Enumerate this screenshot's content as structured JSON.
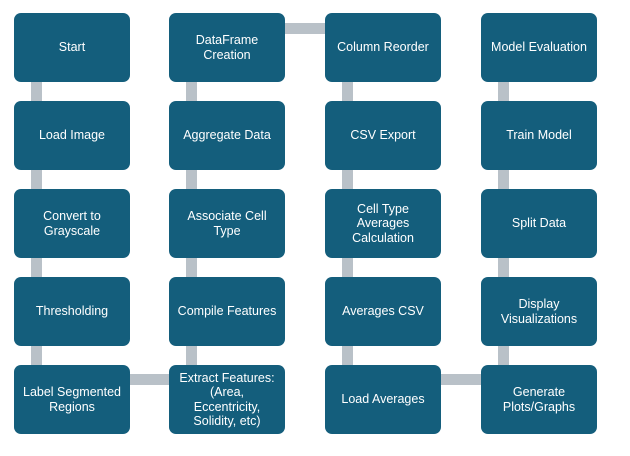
{
  "columns": [
    {
      "nodes": [
        {
          "label": "Start"
        },
        {
          "label": "Load Image"
        },
        {
          "label": "Convert to\nGrayscale"
        },
        {
          "label": "Thresholding"
        },
        {
          "label": "Label Segmented\nRegions"
        }
      ]
    },
    {
      "nodes": [
        {
          "label": "DataFrame\nCreation"
        },
        {
          "label": "Aggregate Data"
        },
        {
          "label": "Associate Cell\nType"
        },
        {
          "label": "Compile Features"
        },
        {
          "label": "Extract Features:\n(Area,\nEccentricity,\nSolidity, etc)"
        }
      ]
    },
    {
      "nodes": [
        {
          "label": "Column Reorder"
        },
        {
          "label": "CSV Export"
        },
        {
          "label": "Cell Type\nAverages\nCalculation"
        },
        {
          "label": "Averages CSV"
        },
        {
          "label": "Load Averages"
        }
      ]
    },
    {
      "nodes": [
        {
          "label": "Model Evaluation"
        },
        {
          "label": "Train Model"
        },
        {
          "label": "Split Data"
        },
        {
          "label": "Display\nVisualizations"
        },
        {
          "label": "Generate\nPlots/Graphs"
        }
      ]
    }
  ],
  "colors": {
    "node_fill": "#145e7c",
    "node_text": "#ffffff",
    "connector": "#b9c1c8",
    "background": "#ffffff"
  }
}
